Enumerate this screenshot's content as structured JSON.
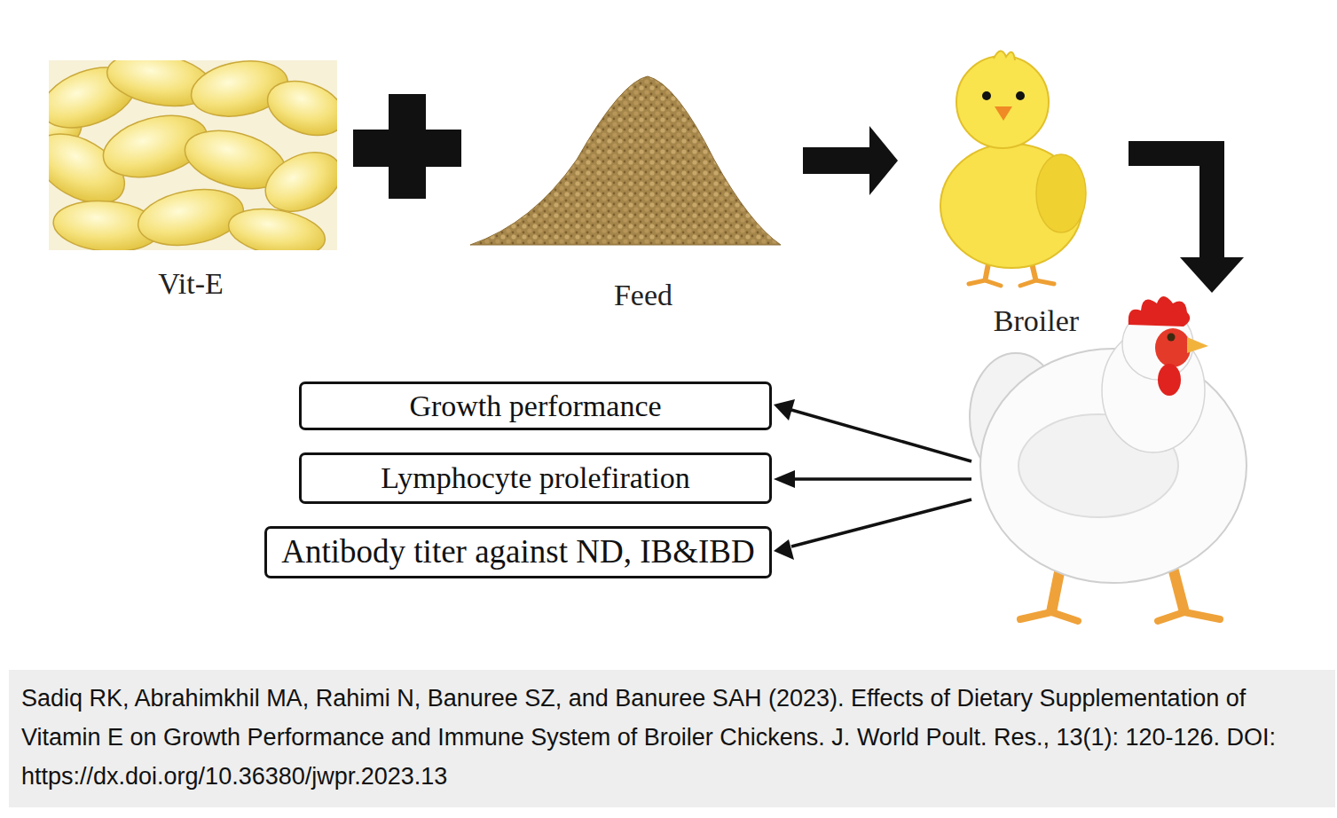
{
  "diagram": {
    "caption": "Sadiq RK, Abrahimkhil MA, Rahimi N, Banuree SZ, and Banuree SAH (2023). Effects of Dietary Supplementation of Vitamin E on Growth Performance and Immune System of Broiler Chickens. J. World Poult. Res., 13(1): 120-126. DOI: https://dx.doi.org/10.36380/jwpr.2023.13",
    "nodes": [
      {
        "text": [
          "Growth performance"
        ]
      },
      {
        "text": [
          "Lymphocyte prolefiration"
        ]
      },
      {
        "text": [
          "Antibody titer against ND, IB&IBD"
        ]
      }
    ],
    "labels": [
      "Vit-E",
      "Feed",
      "Broiler"
    ]
  }
}
